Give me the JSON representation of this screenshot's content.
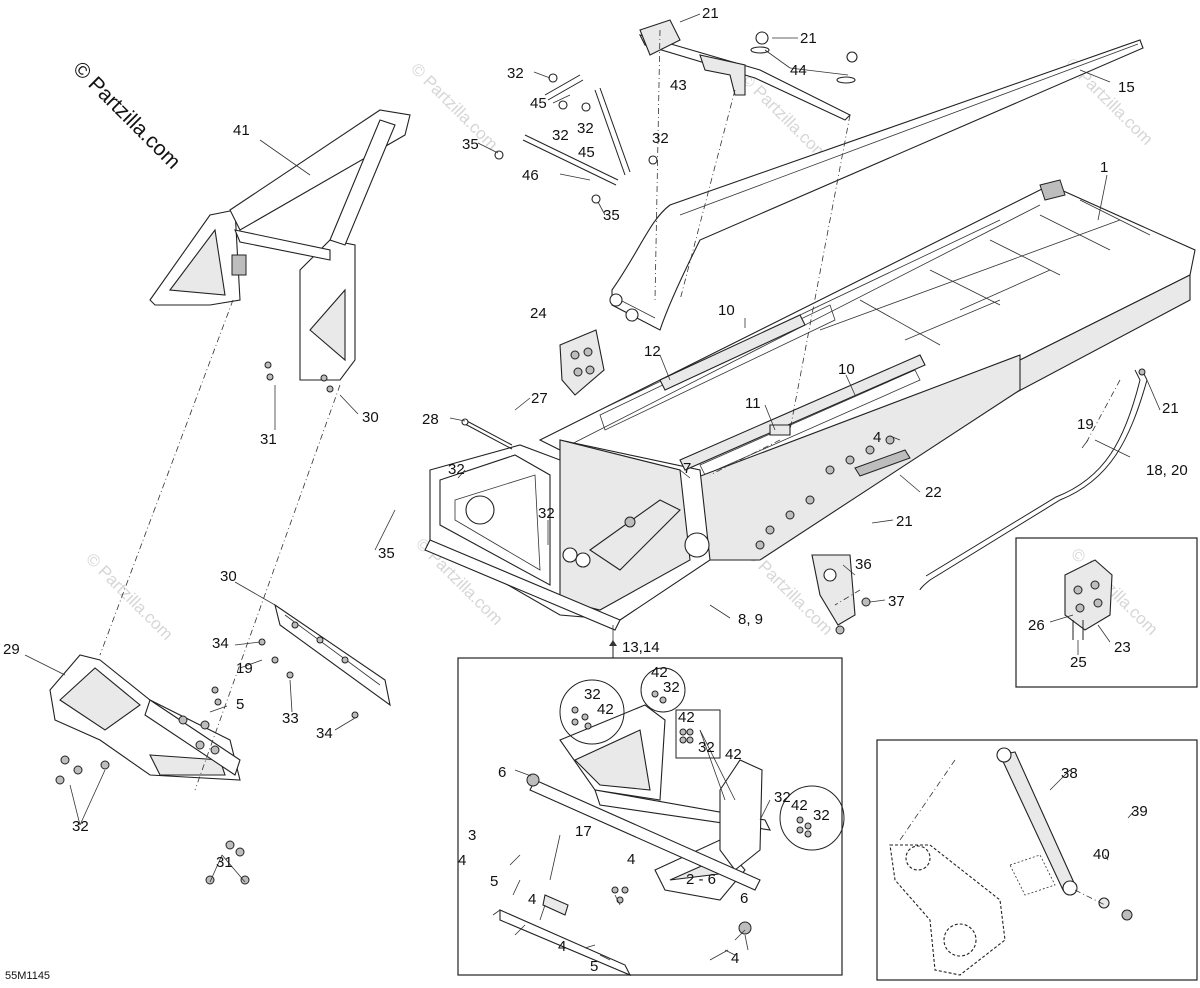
{
  "copyright": "© Partzilla.com",
  "watermark": "© Partzilla.com",
  "diagram_ref": "55M1145",
  "callouts": [
    {
      "id": "c-21a",
      "text": "21"
    },
    {
      "id": "c-21b",
      "text": "21"
    },
    {
      "id": "c-44",
      "text": "44"
    },
    {
      "id": "c-15",
      "text": "15"
    },
    {
      "id": "c-32a",
      "text": "32"
    },
    {
      "id": "c-43",
      "text": "43"
    },
    {
      "id": "c-45a",
      "text": "45"
    },
    {
      "id": "c-32b",
      "text": "32"
    },
    {
      "id": "c-32c",
      "text": "32"
    },
    {
      "id": "c-32d",
      "text": "32"
    },
    {
      "id": "c-35a",
      "text": "35"
    },
    {
      "id": "c-45b",
      "text": "45"
    },
    {
      "id": "c-46",
      "text": "46"
    },
    {
      "id": "c-35b",
      "text": "35"
    },
    {
      "id": "c-41",
      "text": "41"
    },
    {
      "id": "c-1",
      "text": "1"
    },
    {
      "id": "c-24",
      "text": "24"
    },
    {
      "id": "c-10a",
      "text": "10"
    },
    {
      "id": "c-12",
      "text": "12"
    },
    {
      "id": "c-10b",
      "text": "10"
    },
    {
      "id": "c-30a",
      "text": "30"
    },
    {
      "id": "c-31a",
      "text": "31"
    },
    {
      "id": "c-27",
      "text": "27"
    },
    {
      "id": "c-28",
      "text": "28"
    },
    {
      "id": "c-11",
      "text": "11"
    },
    {
      "id": "c-21c",
      "text": "21"
    },
    {
      "id": "c-4a",
      "text": "4"
    },
    {
      "id": "c-19a",
      "text": "19"
    },
    {
      "id": "c-32e",
      "text": "32"
    },
    {
      "id": "c-7",
      "text": "7"
    },
    {
      "id": "c-18-20",
      "text": "18, 20"
    },
    {
      "id": "c-22",
      "text": "22"
    },
    {
      "id": "c-32f",
      "text": "32"
    },
    {
      "id": "c-21d",
      "text": "21"
    },
    {
      "id": "c-35c",
      "text": "35"
    },
    {
      "id": "c-36",
      "text": "36"
    },
    {
      "id": "c-37",
      "text": "37"
    },
    {
      "id": "c-30b",
      "text": "30"
    },
    {
      "id": "c-8-9",
      "text": "8, 9"
    },
    {
      "id": "c-13-14",
      "text": "13,14"
    },
    {
      "id": "c-26",
      "text": "26"
    },
    {
      "id": "c-23",
      "text": "23"
    },
    {
      "id": "c-25",
      "text": "25"
    },
    {
      "id": "c-29",
      "text": "29"
    },
    {
      "id": "c-34a",
      "text": "34"
    },
    {
      "id": "c-19b",
      "text": "19"
    },
    {
      "id": "c-5a",
      "text": "5"
    },
    {
      "id": "c-33",
      "text": "33"
    },
    {
      "id": "c-34b",
      "text": "34"
    },
    {
      "id": "c-32g",
      "text": "32"
    },
    {
      "id": "c-31b",
      "text": "31"
    },
    {
      "id": "c-42a",
      "text": "42"
    },
    {
      "id": "c-32h",
      "text": "32"
    },
    {
      "id": "c-32i",
      "text": "32"
    },
    {
      "id": "c-42b",
      "text": "42"
    },
    {
      "id": "c-42c",
      "text": "42"
    },
    {
      "id": "c-32j",
      "text": "32"
    },
    {
      "id": "c-42d",
      "text": "42"
    },
    {
      "id": "c-6a",
      "text": "6"
    },
    {
      "id": "c-32k",
      "text": "32"
    },
    {
      "id": "c-42e",
      "text": "42"
    },
    {
      "id": "c-32l",
      "text": "32"
    },
    {
      "id": "c-3",
      "text": "3"
    },
    {
      "id": "c-17",
      "text": "17"
    },
    {
      "id": "c-4b",
      "text": "4"
    },
    {
      "id": "c-4c",
      "text": "4"
    },
    {
      "id": "c-5b",
      "text": "5"
    },
    {
      "id": "c-4d",
      "text": "4"
    },
    {
      "id": "c-2-6",
      "text": "2 - 6"
    },
    {
      "id": "c-6b",
      "text": "6"
    },
    {
      "id": "c-4e",
      "text": "4"
    },
    {
      "id": "c-5c",
      "text": "5"
    },
    {
      "id": "c-4f",
      "text": "4"
    },
    {
      "id": "c-38",
      "text": "38"
    },
    {
      "id": "c-39",
      "text": "39"
    },
    {
      "id": "c-40",
      "text": "40"
    }
  ]
}
